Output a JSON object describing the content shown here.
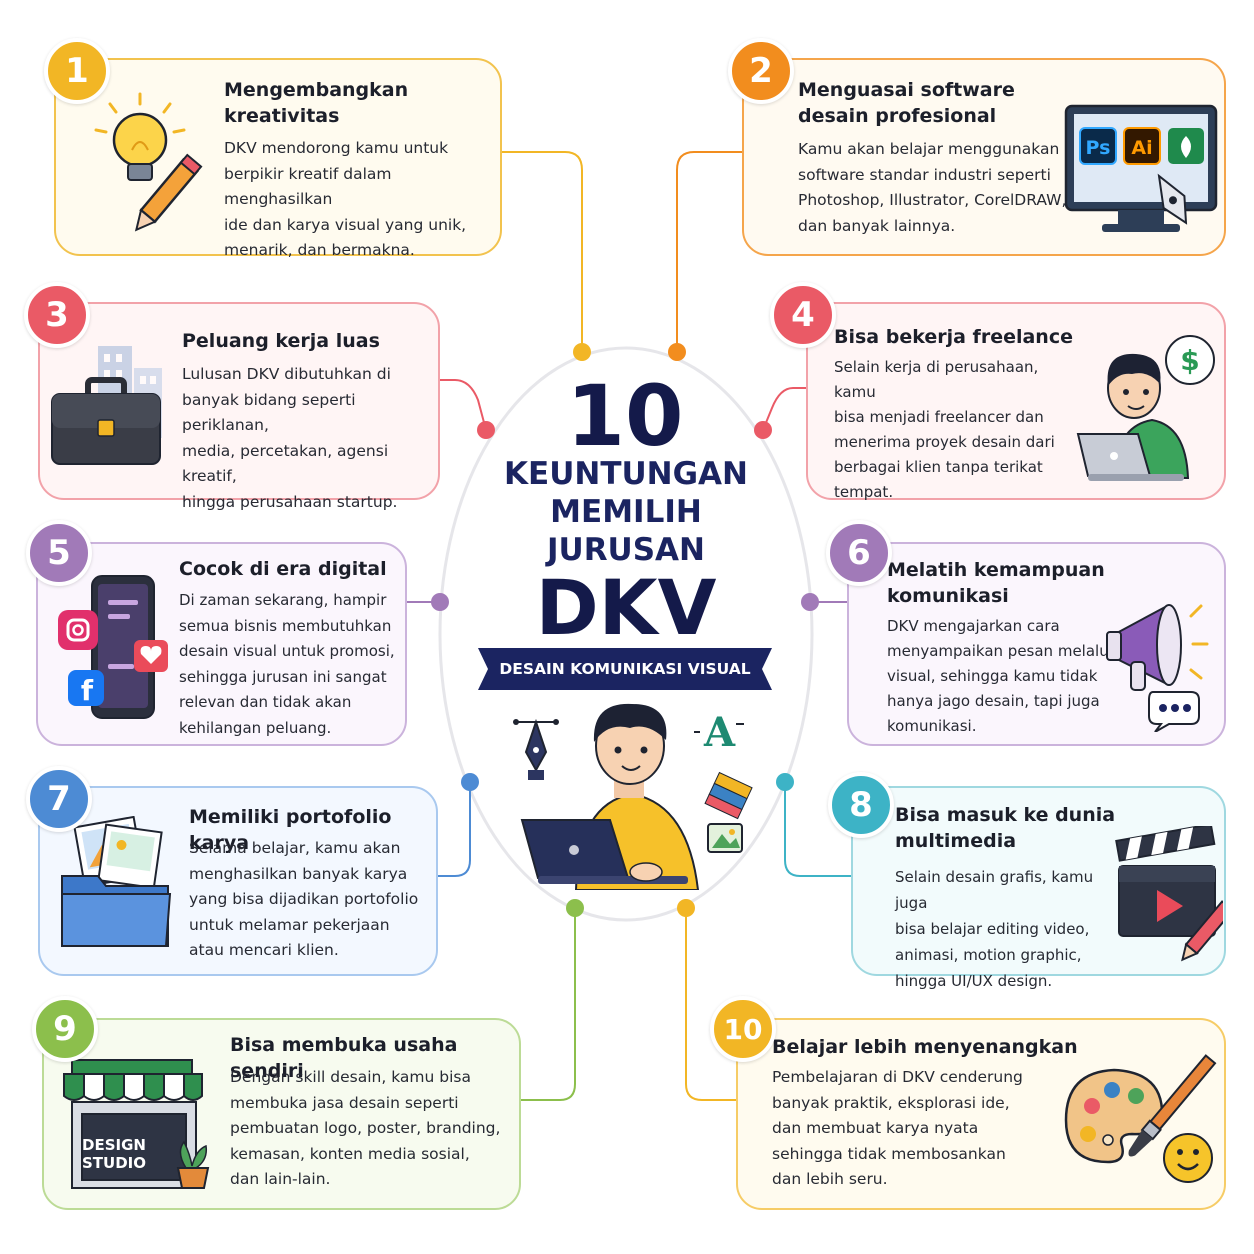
{
  "title": {
    "number": "10",
    "line1": "KEUNTUNGAN",
    "line2": "MEMILIH",
    "line3": "JURUSAN",
    "big": "DKV",
    "ribbon": "DESAIN KOMUNIKASI VISUAL"
  },
  "colors": {
    "c1": "#f2b625",
    "c2": "#f28d1e",
    "c3": "#ea5a66",
    "c4": "#ea5a66",
    "c5": "#a17ab8",
    "c6": "#a17ab8",
    "c7": "#4d8bd4",
    "c8": "#3db3c6",
    "c9": "#8cbf4c",
    "c10": "#f2b625",
    "navy": "#1b2461"
  },
  "cards": [
    {
      "num": "1",
      "title1": "Mengembangkan",
      "title2": "kreativitas",
      "lines": [
        "DKV mendorong kamu untuk",
        "berpikir kreatif dalam menghasilkan",
        "ide dan karya visual yang unik,",
        "menarik, dan bermakna."
      ],
      "icon": "lightbulb-pencil-icon"
    },
    {
      "num": "2",
      "title1": "Menguasai software",
      "title2": "desain profesional",
      "lines": [
        "Kamu akan belajar menggunakan",
        "software standar industri seperti",
        "Photoshop, Illustrator, CorelDRAW,",
        "dan banyak lainnya."
      ],
      "icon": "monitor-software-icon",
      "apps": [
        "Ps",
        "Ai"
      ]
    },
    {
      "num": "3",
      "title1": "Peluang kerja luas",
      "title2": "",
      "lines": [
        "Lulusan DKV dibutuhkan di",
        "banyak bidang seperti periklanan,",
        "media, percetakan, agensi kreatif,",
        "hingga perusahaan startup."
      ],
      "icon": "briefcase-icon"
    },
    {
      "num": "4",
      "title1": "Bisa bekerja freelance",
      "title2": "",
      "lines": [
        "Selain kerja di perusahaan, kamu",
        "bisa menjadi freelancer dan",
        "menerima proyek desain dari",
        "berbagai klien tanpa terikat",
        "tempat."
      ],
      "icon": "freelancer-icon",
      "dollar": "$"
    },
    {
      "num": "5",
      "title1": "Cocok di era digital",
      "title2": "",
      "lines": [
        "Di zaman sekarang, hampir",
        "semua bisnis membutuhkan",
        "desain visual untuk promosi,",
        "sehingga jurusan ini sangat",
        "relevan dan tidak akan",
        "kehilangan peluang."
      ],
      "icon": "smartphone-social-icon",
      "fb": "f"
    },
    {
      "num": "6",
      "title1": "Melatih kemampuan",
      "title2": "komunikasi",
      "lines": [
        "DKV mengajarkan cara",
        "menyampaikan pesan melalui",
        "visual, sehingga kamu tidak",
        "hanya jago desain, tapi juga",
        "komunikasi."
      ],
      "icon": "megaphone-icon"
    },
    {
      "num": "7",
      "title1": "Memiliki portofolio karya",
      "title2": "",
      "lines": [
        "Selama belajar, kamu akan",
        "menghasilkan banyak karya",
        "yang bisa dijadikan portofolio",
        "untuk melamar pekerjaan",
        "atau mencari klien."
      ],
      "icon": "folder-portfolio-icon"
    },
    {
      "num": "8",
      "title1": "Bisa masuk ke dunia",
      "title2": "multimedia",
      "lines": [
        "Selain desain grafis, kamu juga",
        "bisa belajar editing video,",
        "animasi, motion graphic,",
        "hingga UI/UX design."
      ],
      "icon": "clapperboard-icon"
    },
    {
      "num": "9",
      "title1": "Bisa membuka usaha sendiri",
      "title2": "",
      "lines": [
        "Dengan skill desain, kamu bisa",
        "membuka jasa desain seperti",
        "pembuatan logo, poster, branding,",
        "kemasan, konten media sosial,",
        "dan lain-lain."
      ],
      "icon": "design-studio-icon",
      "shop1": "DESIGN",
      "shop2": "STUDIO"
    },
    {
      "num": "10",
      "title1": "Belajar lebih menyenangkan",
      "title2": "",
      "lines": [
        "Pembelajaran di DKV cenderung",
        "banyak praktik, eksplorasi ide,",
        "dan membuat karya nyata",
        "sehingga tidak membosankan",
        "dan lebih seru."
      ],
      "icon": "palette-brush-icon"
    }
  ],
  "center_art": {
    "letter": "A"
  }
}
